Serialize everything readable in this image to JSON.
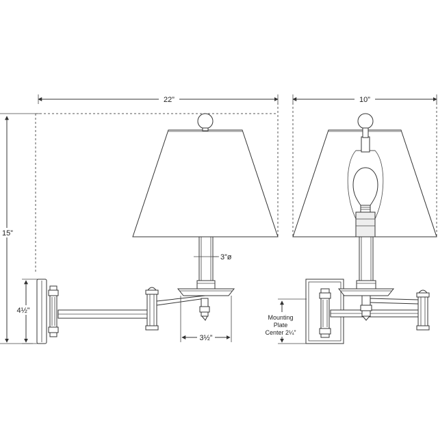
{
  "dimensions": {
    "width_side": "22”",
    "width_front": "10”",
    "height_total": "15”",
    "backplate_height": "4½”",
    "column_diameter": "3”ø",
    "arm_extension": "3½”"
  },
  "notes": {
    "mounting_line1": "Mounting",
    "mounting_line2": "Plate",
    "mounting_line3": "Center 2¼”"
  }
}
